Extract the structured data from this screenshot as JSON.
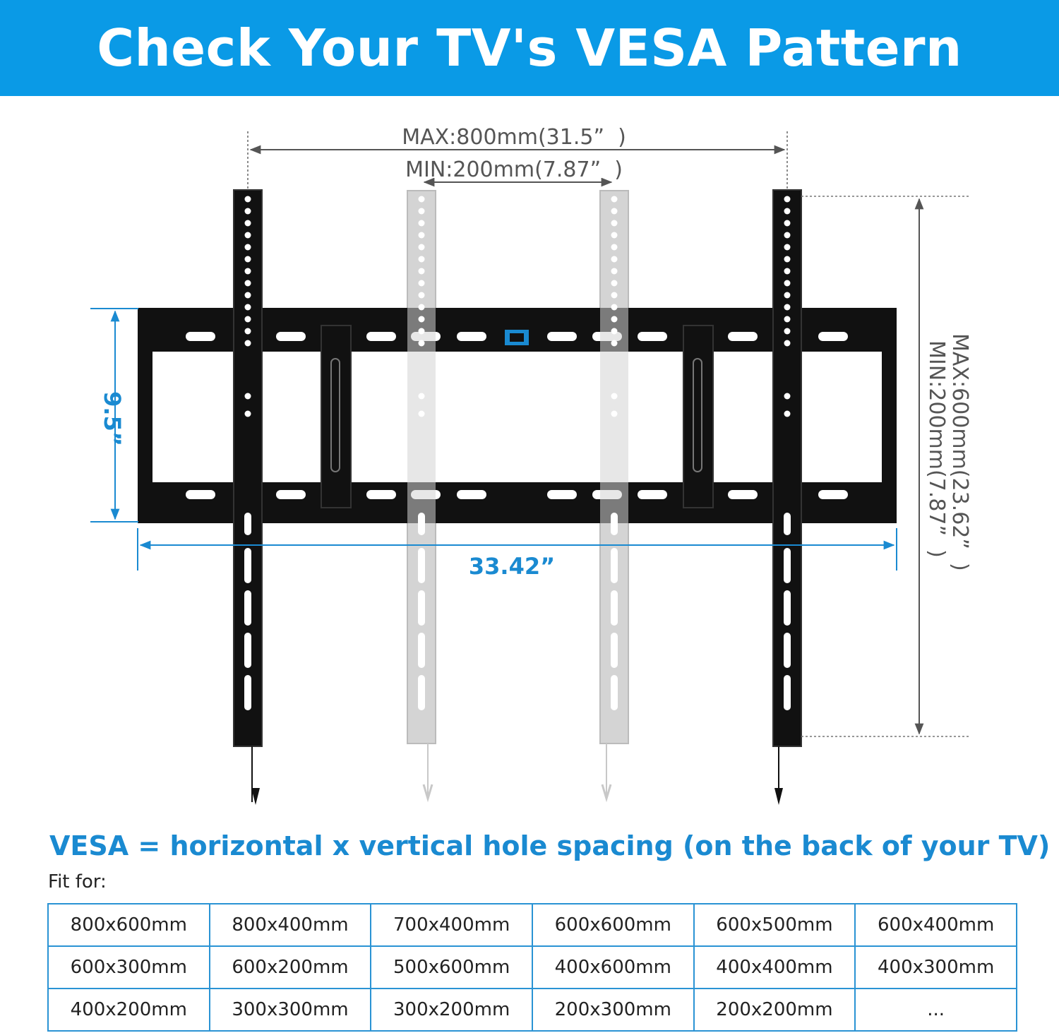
{
  "header": {
    "title": "Check Your TV's VESA Pattern"
  },
  "dimensions": {
    "max_width": "MAX:800mm(31.5”  )",
    "min_width": "MIN:200mm(7.87”  )",
    "max_height": "MAX:600mm(23.62”  )",
    "min_height": "MIN:200mm(7.87”  )",
    "frame_height": "9.5”",
    "frame_width": "33.42”"
  },
  "headline": "VESA = horizontal x vertical hole spacing (on the back of your TV)",
  "fit_for_label": "Fit for:",
  "fit_table": [
    [
      "800x600mm",
      "800x400mm",
      "700x400mm",
      "600x600mm",
      "600x500mm",
      "600x400mm"
    ],
    [
      "600x300mm",
      "600x200mm",
      "500x600mm",
      "400x600mm",
      "400x400mm",
      "400x300mm"
    ],
    [
      "400x200mm",
      "300x300mm",
      "300x200mm",
      "200x300mm",
      "200x200mm",
      "..."
    ]
  ],
  "colors": {
    "banner": "#0a9ae6",
    "accent": "#1a8ad1",
    "dimension_line": "#555555",
    "bracket": "#111111"
  }
}
